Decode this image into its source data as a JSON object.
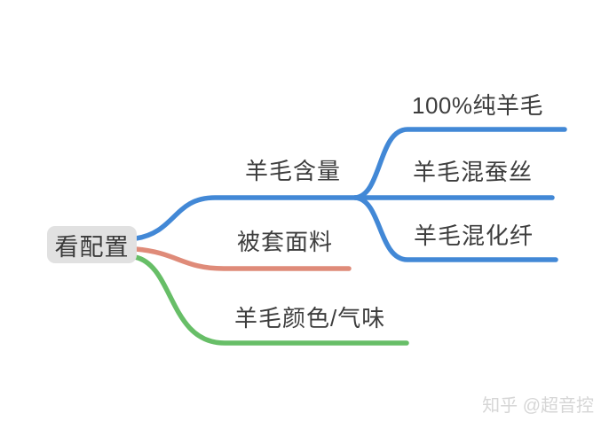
{
  "root": {
    "label": "看配置",
    "bg_color": "#E1E1E1"
  },
  "branches": [
    {
      "label": "羊毛含量",
      "color": "#4288D6",
      "children": [
        {
          "label": "100%纯羊毛"
        },
        {
          "label": "羊毛混蚕丝"
        },
        {
          "label": "羊毛混化纤"
        }
      ]
    },
    {
      "label": "被套面料",
      "color": "#DF8B79",
      "children": []
    },
    {
      "label": "羊毛颜色/气味",
      "color": "#67BE67",
      "children": []
    }
  ],
  "watermark": {
    "text": "知乎 @超音控",
    "color": "#D6D6D6"
  },
  "text_color": "#3D3D3D"
}
